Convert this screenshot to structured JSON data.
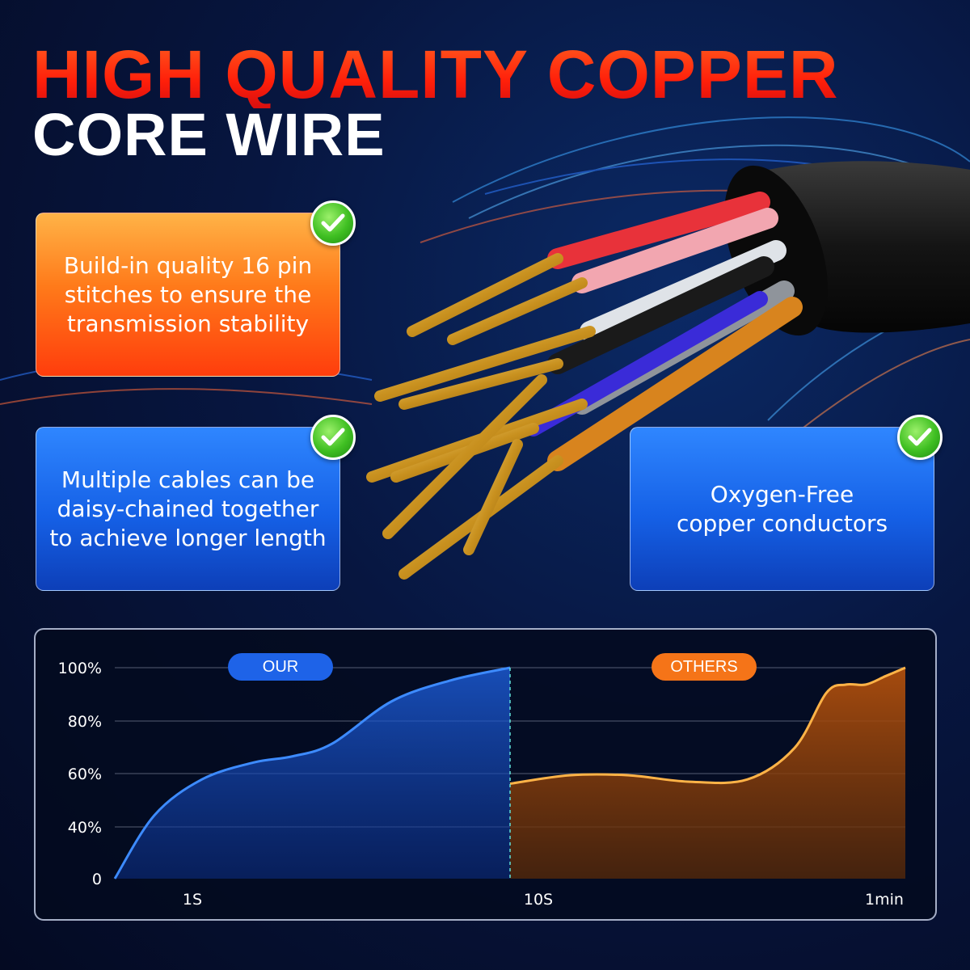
{
  "headline": {
    "line1": "HIGH QUALITY COPPER",
    "line2": "CORE WIRE",
    "line1_color": "#ff3a12",
    "line2_color": "#ffffff"
  },
  "features": [
    {
      "text": "Build-in quality 16 pin\nstitches to ensure the\ntransmission stability",
      "style": "orange"
    },
    {
      "text": "Multiple cables can be\ndaisy-chained together\nto achieve longer length",
      "style": "blue"
    },
    {
      "text": "Oxygen-Free\ncopper conductors",
      "style": "blue"
    }
  ],
  "chart_data": {
    "type": "area",
    "yticks": [
      "100%",
      "80%",
      "60%",
      "40%",
      "0"
    ],
    "xticks": [
      "1S",
      "10S",
      "1min"
    ],
    "ylim": [
      0,
      100
    ],
    "series": [
      {
        "name": "OUR",
        "color": "#1e63e8",
        "x": [
          0,
          0.1,
          0.22,
          0.35,
          0.45,
          0.55,
          0.7,
          0.85,
          1.0
        ],
        "y": [
          0,
          30,
          47,
          55,
          58,
          64,
          84,
          94,
          100
        ]
      },
      {
        "name": "OTHERS",
        "color": "#f57418",
        "x": [
          1.0,
          1.15,
          1.3,
          1.45,
          1.6,
          1.72,
          1.8,
          1.85,
          1.9,
          1.95,
          2.0
        ],
        "y": [
          45,
          49,
          49,
          46,
          47,
          62,
          88,
          92,
          92,
          96,
          100
        ]
      }
    ]
  }
}
